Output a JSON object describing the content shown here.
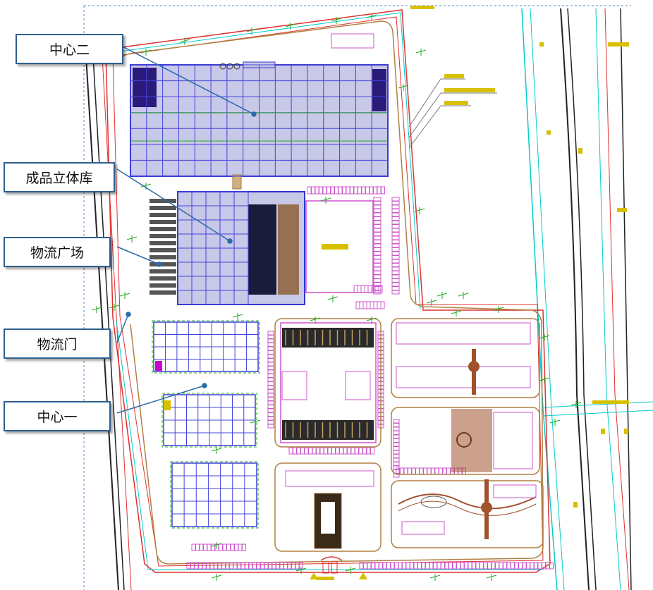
{
  "labels": {
    "center2": "中心二",
    "finished_warehouse": "成品立体库",
    "logistics_plaza": "物流广场",
    "logistics_gate": "物流门",
    "center1": "中心一"
  },
  "colors": {
    "callout_border": "#2f5f8f",
    "leader_line": "#2a6aa8",
    "building_outline": "#3333cc",
    "grid_line": "#4444dd",
    "site_boundary": "#e03030",
    "road_cyan": "#00cccc",
    "road_black": "#222222",
    "landscape_brown": "#b08040",
    "parking_magenta": "#cc55cc",
    "green_marks": "#22aa22",
    "yellow_text": "#d8c000",
    "plaza_brown": "#a0522d"
  },
  "icons": [
    "pointer-dot-icon",
    "gate-arrow-icon"
  ]
}
